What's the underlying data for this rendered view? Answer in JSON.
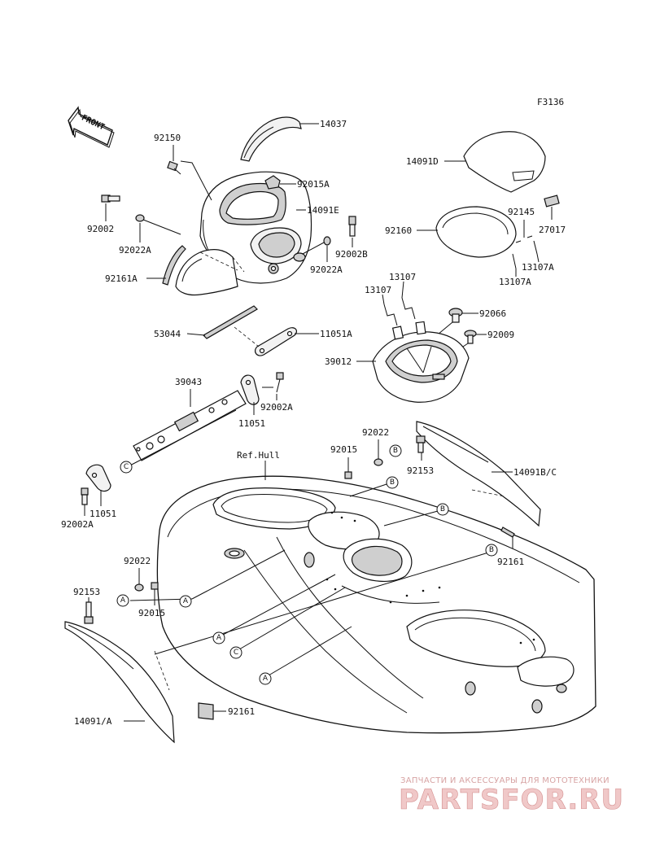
{
  "diagram_code": "F3136",
  "front_label": "FRONT",
  "ref_hull": "Ref.Hull",
  "labels": {
    "p14037": "14037",
    "p92150": "92150",
    "p92015A": "92015A",
    "p14091E": "14091E",
    "p92002": "92002",
    "p92022A_left": "92022A",
    "p92002B": "92002B",
    "p92022A_right": "92022A",
    "p92161A": "92161A",
    "p53044": "53044",
    "p11051A": "11051A",
    "p39043": "39043",
    "p92002A_upper": "92002A",
    "p11051_upper": "11051",
    "p11051_lower": "11051",
    "p92002A_lower": "92002A",
    "p14091D": "14091D",
    "p92160": "92160",
    "p92145": "92145",
    "p27017": "27017",
    "p13107A_1": "13107A",
    "p13107A_2": "13107A",
    "p13107_1": "13107",
    "p13107_2": "13107",
    "p92066": "92066",
    "p92009": "92009",
    "p39012": "39012",
    "p92022_upper": "92022",
    "p92015_upper": "92015",
    "p92153_upper": "92153",
    "p14091BC": "14091B/C",
    "p92161_right": "92161",
    "p92022_lower": "92022",
    "p92153_lower": "92153",
    "p92015_lower": "92015",
    "p92161_lower": "92161",
    "p14091A": "14091/A"
  },
  "refs": {
    "A": "A",
    "B": "B",
    "C": "C"
  },
  "watermark": {
    "line1": "ЗАПЧАСТИ И АКСЕССУАРЫ ДЛЯ МОТОТЕХНИКИ",
    "line2": "PARTSFOR.RU"
  }
}
